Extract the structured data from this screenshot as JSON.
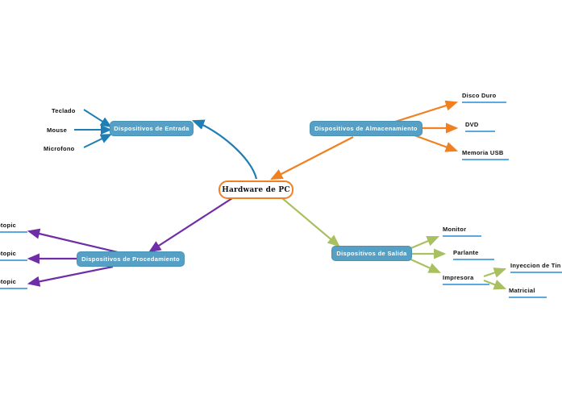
{
  "map": {
    "root": {
      "label": "Hardware de PC",
      "border_color": "#F08020"
    },
    "branches": [
      {
        "id": "entrada",
        "label": "Dispositivos de Entrada",
        "color": "#1F7FB5",
        "children": [
          {
            "label": "Teclado",
            "underline": false
          },
          {
            "label": "Mouse",
            "underline": false
          },
          {
            "label": "Microfono",
            "underline": false
          }
        ]
      },
      {
        "id": "almacenamiento",
        "label": "Dispositivos de Almacenamiento",
        "color": "#F08020",
        "children": [
          {
            "label": "Disco Duro",
            "underline": true
          },
          {
            "label": "DVD",
            "underline": true
          },
          {
            "label": "Memoria USB",
            "underline": true
          }
        ]
      },
      {
        "id": "procedamiento",
        "label": "Dispositivos de Procedamiento",
        "color": "#6F2DA8",
        "children": [
          {
            "label": "Subtopic",
            "underline": true
          },
          {
            "label": "Subtopic",
            "underline": true
          },
          {
            "label": "Subtopic",
            "underline": true
          }
        ]
      },
      {
        "id": "salida",
        "label": "Dispositivos de Salida",
        "color": "#A8C060",
        "children": [
          {
            "label": "Monitor",
            "underline": true
          },
          {
            "label": "Parlante",
            "underline": true
          },
          {
            "label": "Impresora",
            "underline": true
          },
          {
            "label": "Inyeccion de Tin",
            "underline": true
          },
          {
            "label": "Matricial",
            "underline": true
          }
        ]
      }
    ],
    "node_fill": "#55A0C4",
    "underline_color": "#5CA9E0"
  }
}
